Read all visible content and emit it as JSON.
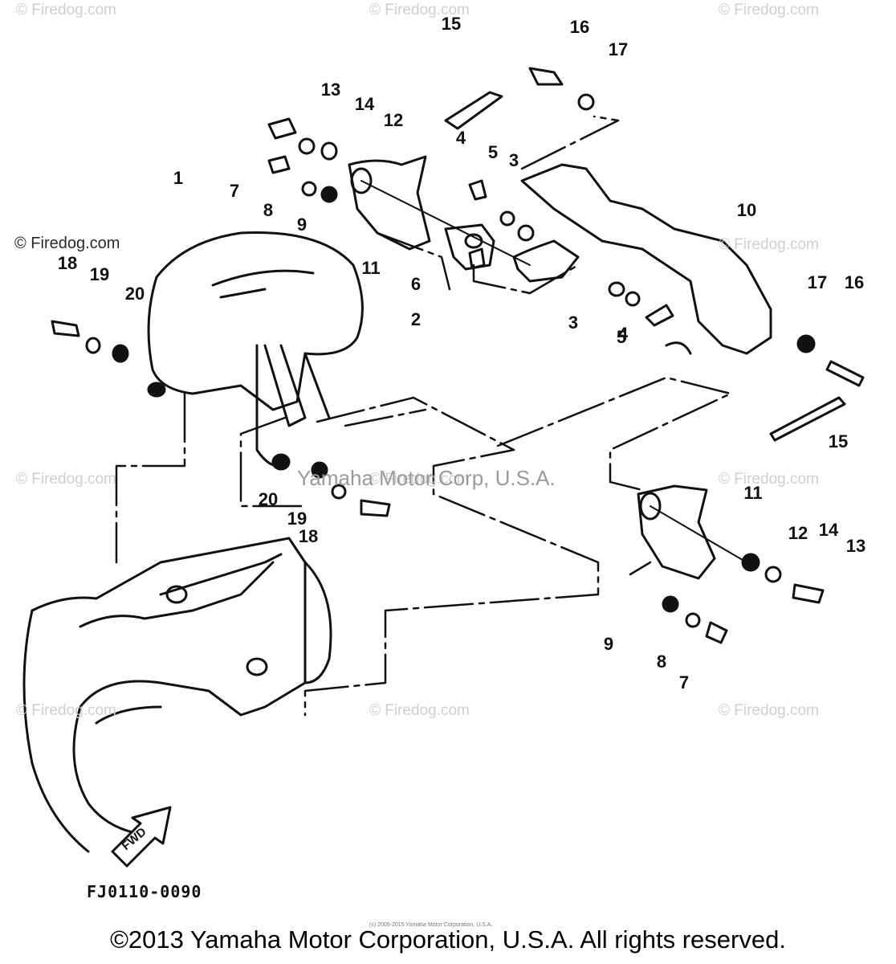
{
  "watermarks": {
    "top_left": "© Firedog.com",
    "top_mid": "© Firedog.com",
    "top_right": "© Firedog.com",
    "left_dark": "© Firedog.com",
    "mid_right": "© Firedog.com",
    "left_row2": "© Firedog.com",
    "mid_row2": "© Firedog.com",
    "right_row2": "© Firedog.com",
    "left_row3": "© Firedog.com",
    "mid_row3": "© Firedog.com",
    "right_row3": "© Firedog.com"
  },
  "center_watermark": "Yamaha Motor Corp, U.S.A.",
  "callouts": [
    "1",
    "2",
    "3",
    "3",
    "4",
    "4",
    "5",
    "5",
    "6",
    "7",
    "7",
    "8",
    "8",
    "9",
    "9",
    "10",
    "11",
    "11",
    "12",
    "12",
    "13",
    "13",
    "14",
    "14",
    "15",
    "15",
    "16",
    "16",
    "17",
    "17",
    "18",
    "18",
    "19",
    "19",
    "20",
    "20"
  ],
  "fwd_label": "FWD",
  "diagram_code": "FJ0110-0090",
  "tiny_note": "(c) 2005-2015 Yamaha Motor Corporation, U.S.A.",
  "copyright": "©2013 Yamaha Motor Corporation, U.S.A. All rights reserved."
}
